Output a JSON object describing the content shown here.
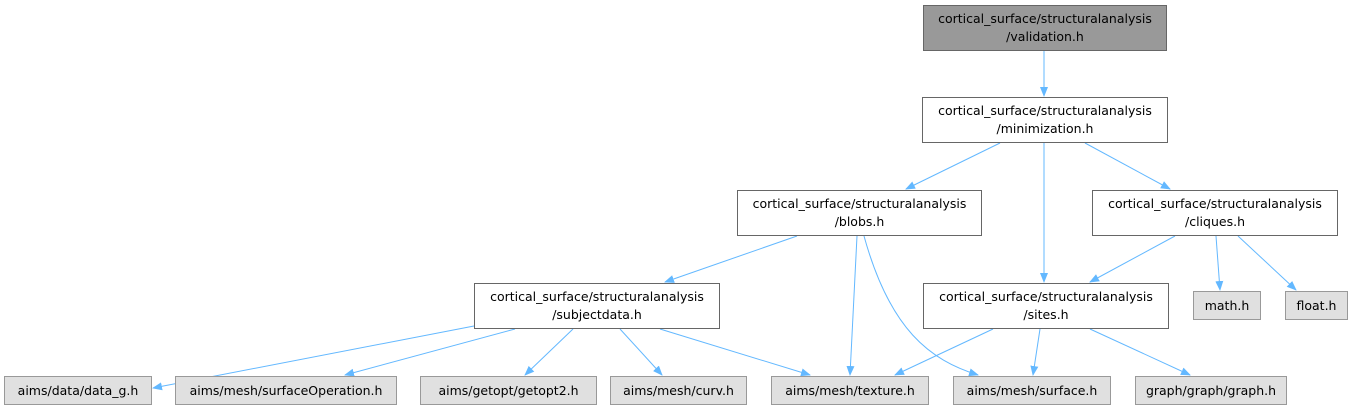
{
  "colors": {
    "edge": "#63b8ff",
    "root_fill": "#999999",
    "external_fill": "#e0e0e0"
  },
  "nodes": {
    "validation": {
      "line1": "cortical_surface/structuralanalysis",
      "line2": "/validation.h"
    },
    "minimization": {
      "line1": "cortical_surface/structuralanalysis",
      "line2": "/minimization.h"
    },
    "blobs": {
      "line1": "cortical_surface/structuralanalysis",
      "line2": "/blobs.h"
    },
    "cliques": {
      "line1": "cortical_surface/structuralanalysis",
      "line2": "/cliques.h"
    },
    "subjectdata": {
      "line1": "cortical_surface/structuralanalysis",
      "line2": "/subjectdata.h"
    },
    "sites": {
      "line1": "cortical_surface/structuralanalysis",
      "line2": "/sites.h"
    },
    "math": {
      "label": "math.h"
    },
    "float": {
      "label": "float.h"
    },
    "data_g": {
      "label": "aims/data/data_g.h"
    },
    "surfaceOperation": {
      "label": "aims/mesh/surfaceOperation.h"
    },
    "getopt2": {
      "label": "aims/getopt/getopt2.h"
    },
    "curv": {
      "label": "aims/mesh/curv.h"
    },
    "texture": {
      "label": "aims/mesh/texture.h"
    },
    "surface": {
      "label": "aims/mesh/surface.h"
    },
    "graph": {
      "label": "graph/graph/graph.h"
    }
  },
  "edges": [
    [
      "validation",
      "minimization"
    ],
    [
      "minimization",
      "blobs"
    ],
    [
      "minimization",
      "sites"
    ],
    [
      "minimization",
      "cliques"
    ],
    [
      "blobs",
      "subjectdata"
    ],
    [
      "blobs",
      "texture"
    ],
    [
      "blobs",
      "surface"
    ],
    [
      "cliques",
      "sites"
    ],
    [
      "cliques",
      "math"
    ],
    [
      "cliques",
      "float"
    ],
    [
      "subjectdata",
      "data_g"
    ],
    [
      "subjectdata",
      "surfaceOperation"
    ],
    [
      "subjectdata",
      "getopt2"
    ],
    [
      "subjectdata",
      "curv"
    ],
    [
      "subjectdata",
      "texture"
    ],
    [
      "sites",
      "texture"
    ],
    [
      "sites",
      "surface"
    ],
    [
      "sites",
      "graph"
    ]
  ]
}
